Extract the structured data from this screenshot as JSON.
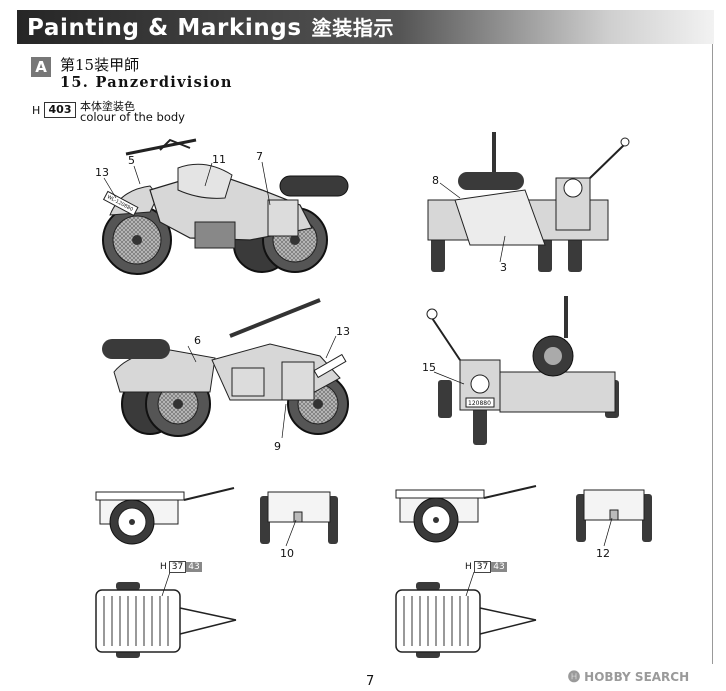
{
  "header": {
    "title": "Painting & Markings",
    "title_jp": "塗装指示"
  },
  "scheme": {
    "letter": "A",
    "unit_jp": "第15装甲師",
    "unit_en": "15. Panzerdivision",
    "body_color": {
      "prefix": "H",
      "code": "403",
      "label_jp": "本体塗装色",
      "label_en": "colour of the body"
    }
  },
  "callouts": {
    "side_left": [
      "13",
      "5",
      "11",
      "7"
    ],
    "rear": [
      "8",
      "3"
    ],
    "side_right": [
      "6",
      "13",
      "9"
    ],
    "front": [
      "15"
    ],
    "trailer_a_rear": "10",
    "trailer_b_rear": "12"
  },
  "plates": {
    "side": "WL-120880",
    "front": "120880"
  },
  "trailer_codes": [
    {
      "prefix": "H",
      "a": "37",
      "b": "43"
    },
    {
      "prefix": "H",
      "a": "37",
      "b": "43"
    }
  ],
  "page_number": "7",
  "watermark": "🅗 HOBBY SEARCH",
  "colors": {
    "body_grey": "#d7d7d7",
    "tire": "#3a3a3a",
    "banner_dark": "#262626"
  }
}
